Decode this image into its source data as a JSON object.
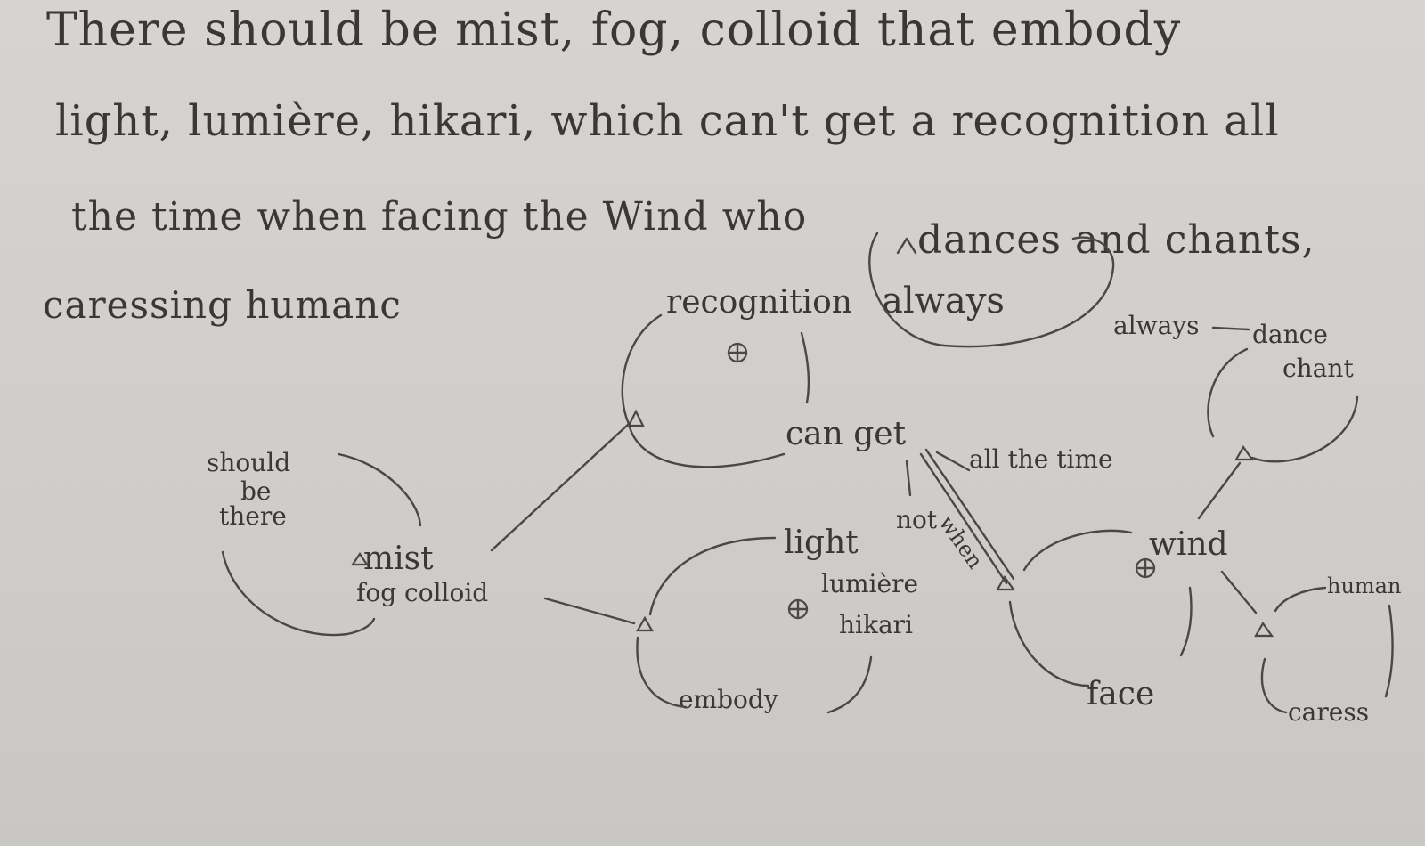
{
  "sentence": {
    "line1": "There should be mist, fog, colloid that embody",
    "line2": "light, lumière, hikari, which can't get a recognition all",
    "line3a": "the time when facing the Wind who",
    "line3b": "dances and chants,",
    "line3_insert": "always",
    "line4": "caressing humanc"
  },
  "diagram": {
    "should": "should",
    "be": "be",
    "there": "there",
    "mist": "mist",
    "fog_colloid": "fog colloid",
    "recognition": "recognition",
    "can_get": "can get",
    "not": "not",
    "all_the_time": "all the time",
    "when": "when",
    "light": "light",
    "lumiere": "lumière",
    "hikari": "hikari",
    "embody": "embody",
    "always_1": "always",
    "always_2": "always",
    "dance": "dance",
    "chant": "chant",
    "wind": "wind",
    "face": "face",
    "human": "human",
    "caress": "caress"
  }
}
